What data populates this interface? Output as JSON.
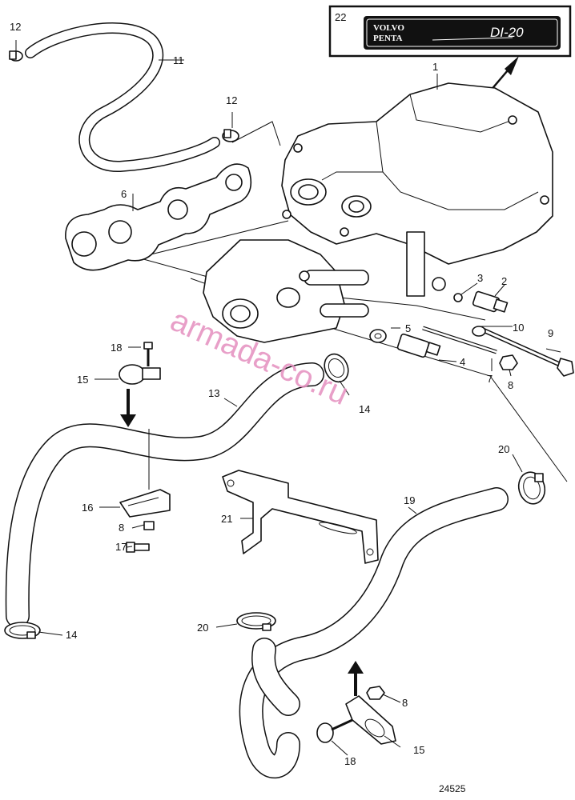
{
  "decal": {
    "ref": "22",
    "brand_line1": "VOLVO",
    "brand_line2": "PENTA",
    "model": "DI-20"
  },
  "watermark": "armada-co.ru",
  "figure_number": "24525",
  "callouts": [
    {
      "id": "c-1",
      "text": "1"
    },
    {
      "id": "c-2",
      "text": "2"
    },
    {
      "id": "c-3",
      "text": "3"
    },
    {
      "id": "c-4",
      "text": "4"
    },
    {
      "id": "c-5",
      "text": "5"
    },
    {
      "id": "c-6",
      "text": "6"
    },
    {
      "id": "c-7",
      "text": "7"
    },
    {
      "id": "c-8a",
      "text": "8"
    },
    {
      "id": "c-8b",
      "text": "8"
    },
    {
      "id": "c-8c",
      "text": "8"
    },
    {
      "id": "c-9",
      "text": "9"
    },
    {
      "id": "c-10",
      "text": "10"
    },
    {
      "id": "c-11",
      "text": "11"
    },
    {
      "id": "c-12a",
      "text": "12"
    },
    {
      "id": "c-12b",
      "text": "12"
    },
    {
      "id": "c-13",
      "text": "13"
    },
    {
      "id": "c-14a",
      "text": "14"
    },
    {
      "id": "c-14b",
      "text": "14"
    },
    {
      "id": "c-15a",
      "text": "15"
    },
    {
      "id": "c-15b",
      "text": "15"
    },
    {
      "id": "c-16",
      "text": "16"
    },
    {
      "id": "c-17",
      "text": "17"
    },
    {
      "id": "c-18a",
      "text": "18"
    },
    {
      "id": "c-18b",
      "text": "18"
    },
    {
      "id": "c-19",
      "text": "19"
    },
    {
      "id": "c-20a",
      "text": "20"
    },
    {
      "id": "c-20b",
      "text": "20"
    },
    {
      "id": "c-21",
      "text": "21"
    }
  ]
}
